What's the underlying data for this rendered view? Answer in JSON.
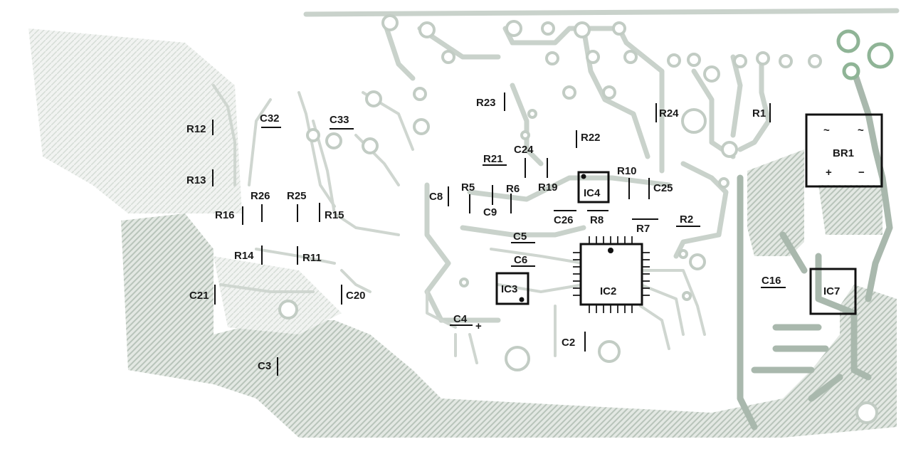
{
  "board": {
    "resistors": [
      "R1",
      "R2",
      "R5",
      "R6",
      "R7",
      "R8",
      "R10",
      "R11",
      "R12",
      "R13",
      "R14",
      "R15",
      "R16",
      "R19",
      "R21",
      "R22",
      "R23",
      "R24",
      "R25",
      "R26"
    ],
    "capacitors": [
      "C2",
      "C3",
      "C4",
      "C5",
      "C6",
      "C8",
      "C9",
      "C16",
      "C20",
      "C21",
      "C24",
      "C25",
      "C26",
      "C32",
      "C33"
    ],
    "ics": [
      "IC2",
      "IC3",
      "IC4",
      "IC7"
    ],
    "bridge_rectifier": "BR1",
    "bridge_terminals": {
      "ac1": "~",
      "ac2": "~",
      "plus": "+",
      "minus": "−"
    },
    "polarity_mark": "+",
    "colors": {
      "trace": "#c9d2cb",
      "ground_plane": "#a9b8ad",
      "pad_highlight": "#8fb496",
      "silkscreen": "#1a1a1a"
    }
  }
}
